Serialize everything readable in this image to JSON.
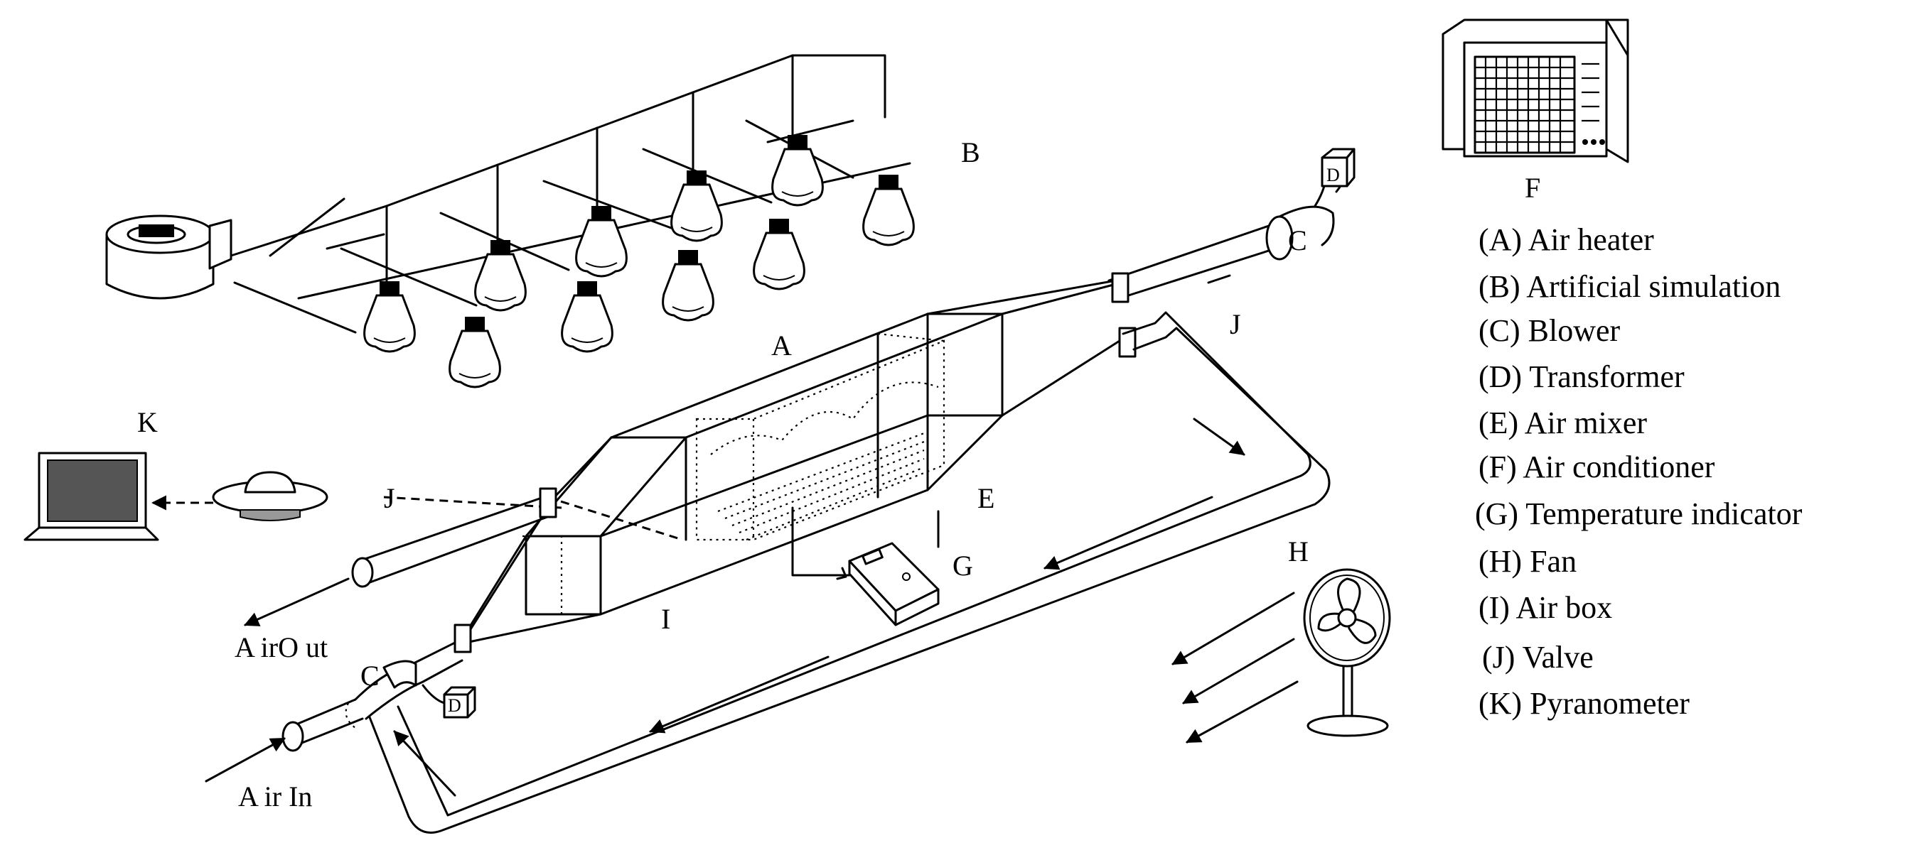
{
  "labels": {
    "A": "A",
    "B": "B",
    "C1": "C",
    "C2": "C",
    "D1": "D",
    "D2": "D",
    "E": "E",
    "F": "F",
    "G": "G",
    "H": "H",
    "I": "I",
    "J1": "J",
    "J2": "J",
    "K": "K",
    "air_out": "A irO ut",
    "air_in": "A ir In"
  },
  "legend": [
    "(A) Air heater",
    "(B) Artificial simulation",
    "(C) Blower",
    "(D) Transformer",
    "(E) Air mixer",
    "(F) Air conditioner",
    "(G) Temperature indicator",
    "(H) Fan",
    "(I) Air box",
    "(J) Valve",
    "(K) Pyranometer"
  ]
}
